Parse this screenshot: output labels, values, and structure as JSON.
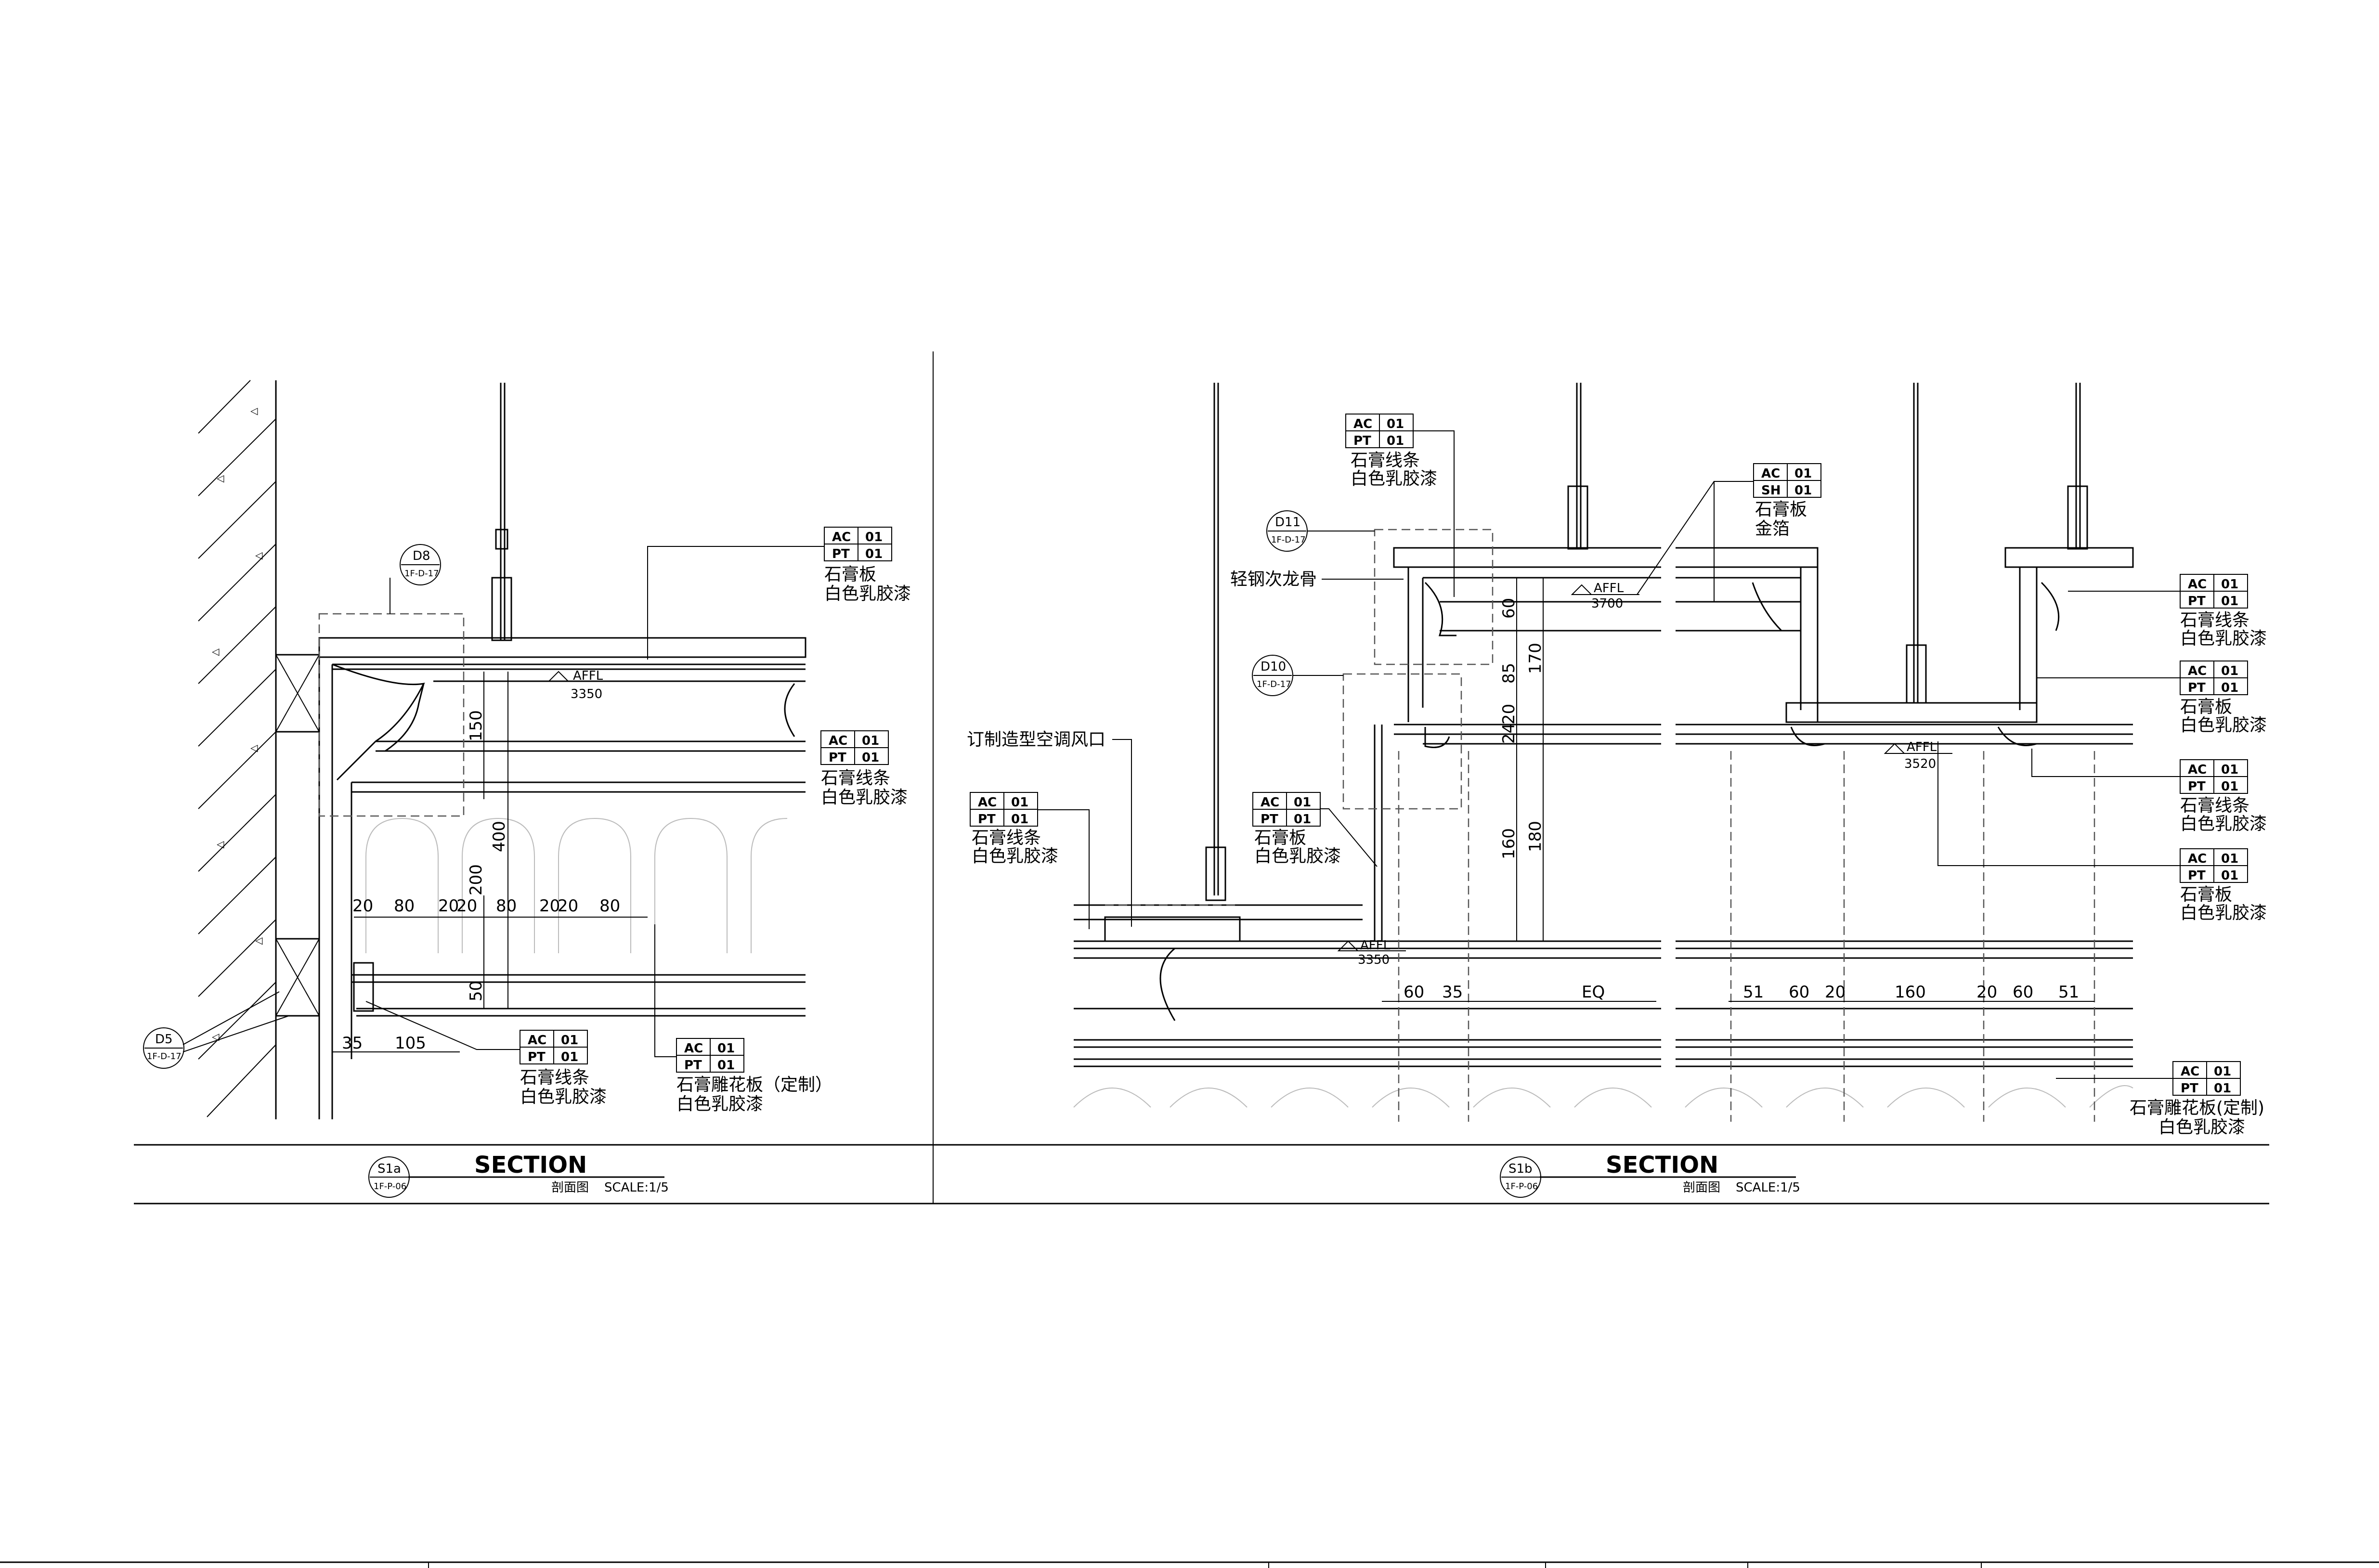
{
  "sheet": {
    "left": {
      "bubble_id": "S1a",
      "bubble_ref": "1F-P-06",
      "title": "SECTION",
      "subtitle": "剖面图",
      "scale": "SCALE:1/5",
      "detail_tags": [
        {
          "id": "D8",
          "ref": "1F-D-17"
        },
        {
          "id": "D5",
          "ref": "1F-D-17"
        }
      ],
      "level": {
        "label": "AFFL",
        "value": "3350"
      },
      "notes": [
        {
          "codes": [
            "AC",
            "01",
            "PT",
            "01"
          ],
          "lines": [
            "石膏板",
            "白色乳胶漆"
          ]
        },
        {
          "codes": [
            "AC",
            "01",
            "PT",
            "01"
          ],
          "lines": [
            "石膏线条",
            "白色乳胶漆"
          ]
        },
        {
          "codes": [
            "AC",
            "01",
            "PT",
            "01"
          ],
          "lines": [
            "石膏线条",
            "白色乳胶漆"
          ]
        },
        {
          "codes": [
            "AC",
            "01",
            "PT",
            "01"
          ],
          "lines": [
            "石膏雕花板（定制）",
            "白色乳胶漆"
          ]
        }
      ],
      "dims_vertical": [
        "150",
        "400",
        "200",
        "50"
      ],
      "dims_horizontal_top": [
        "20",
        "80",
        "20",
        "20",
        "80",
        "20",
        "20",
        "80"
      ],
      "dims_horizontal_bottom": [
        "35",
        "105"
      ]
    },
    "right": {
      "bubble_id": "S1b",
      "bubble_ref": "1F-P-06",
      "title": "SECTION",
      "subtitle": "剖面图",
      "scale": "SCALE:1/5",
      "detail_tags": [
        {
          "id": "D11",
          "ref": "1F-D-17"
        },
        {
          "id": "D10",
          "ref": "1F-D-17"
        }
      ],
      "levels": [
        {
          "label": "AFFL",
          "value": "3700"
        },
        {
          "label": "AFFL",
          "value": "3520"
        },
        {
          "label": "AFFL",
          "value": "3350"
        }
      ],
      "plain_notes": [
        "轻钢次龙骨",
        "订制造型空调风口"
      ],
      "notes": [
        {
          "codes": [
            "AC",
            "01",
            "PT",
            "01"
          ],
          "lines": [
            "石膏线条",
            "白色乳胶漆"
          ]
        },
        {
          "codes": [
            "AC",
            "01",
            "SH",
            "01"
          ],
          "lines": [
            "石膏板",
            "金箔"
          ]
        },
        {
          "codes": [
            "AC",
            "01",
            "PT",
            "01"
          ],
          "lines": [
            "石膏线条",
            "白色乳胶漆"
          ]
        },
        {
          "codes": [
            "AC",
            "01",
            "PT",
            "01"
          ],
          "lines": [
            "石膏板",
            "白色乳胶漆"
          ]
        },
        {
          "codes": [
            "AC",
            "01",
            "PT",
            "01"
          ],
          "lines": [
            "石膏线条",
            "白色乳胶漆"
          ]
        },
        {
          "codes": [
            "AC",
            "01",
            "PT",
            "01"
          ],
          "lines": [
            "石膏板",
            "白色乳胶漆"
          ]
        },
        {
          "codes": [
            "AC",
            "01",
            "PT",
            "01"
          ],
          "lines": [
            "石膏线条",
            "白色乳胶漆"
          ]
        },
        {
          "codes": [
            "AC",
            "01",
            "PT",
            "01"
          ],
          "lines": [
            "石膏板",
            "白色乳胶漆"
          ]
        },
        {
          "codes": [
            "AC",
            "01",
            "PT",
            "01"
          ],
          "lines": [
            "石膏雕花板(定制)",
            "白色乳胶漆"
          ]
        }
      ],
      "dims_vertical": [
        "60",
        "170",
        "85",
        "24",
        "20",
        "160",
        "180"
      ],
      "dims_horizontal": [
        "60",
        "35",
        "EQ",
        "51",
        "60",
        "20",
        "160",
        "20",
        "60",
        "51"
      ]
    }
  }
}
